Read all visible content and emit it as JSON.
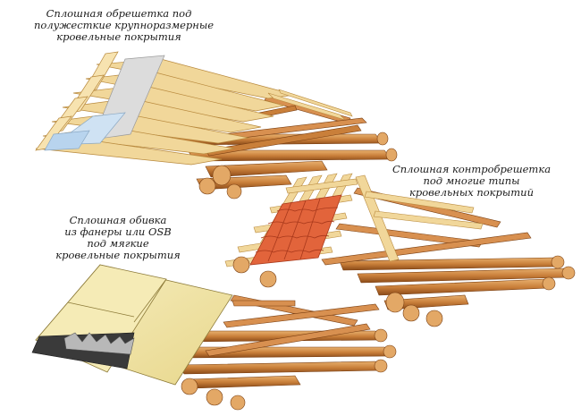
{
  "captions": {
    "top": [
      "Сплошная обрешетка под",
      "полужесткие крупноразмерные",
      "кровельные покрытия"
    ],
    "right": [
      "Сплошная контробрешетка",
      "под многие типы",
      "кровельных покрытий"
    ],
    "left": [
      "Сплошная обивка",
      "из фанеры или OSB",
      "под мягкие",
      "кровельные покрытия"
    ]
  },
  "colors": {
    "log": "#c97f3a",
    "log_dark": "#8a4a18",
    "log_light": "#e3a866",
    "batten": "#f1d79a",
    "batten_edge": "#b98a3e",
    "sheet_grey": "#dcdcdc",
    "sheet_blue": "#cfe2f3",
    "tile": "#e2643b",
    "tile_dark": "#a8381b",
    "plywood": "#f2e6a8",
    "shingle": "#3a3a3a"
  }
}
